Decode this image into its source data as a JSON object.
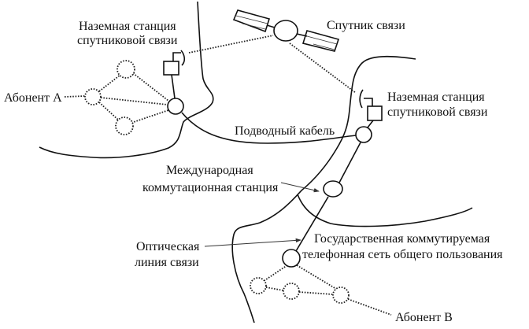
{
  "diagram": {
    "labels": {
      "ground_station_a_line1": "Наземная станция",
      "ground_station_a_line2": "спутниковой связи",
      "satellite": "Спутник связи",
      "ground_station_b_line1": "Наземная станция",
      "ground_station_b_line2": "спутниковой связи",
      "subscriber_a": "Абонент А",
      "submarine_cable": "Подводный кабель",
      "international_switch_line1": "Международная",
      "international_switch_line2": "коммутационная станция",
      "optical_line_line1": "Оптическая",
      "optical_line_line2": "линия связи",
      "pstn_line1": "Государственная коммутируемая",
      "pstn_line2": "телефонная сеть общего пользования",
      "subscriber_b": "Абонент B"
    },
    "colors": {
      "line": "#111111",
      "background": "#ffffff"
    }
  }
}
